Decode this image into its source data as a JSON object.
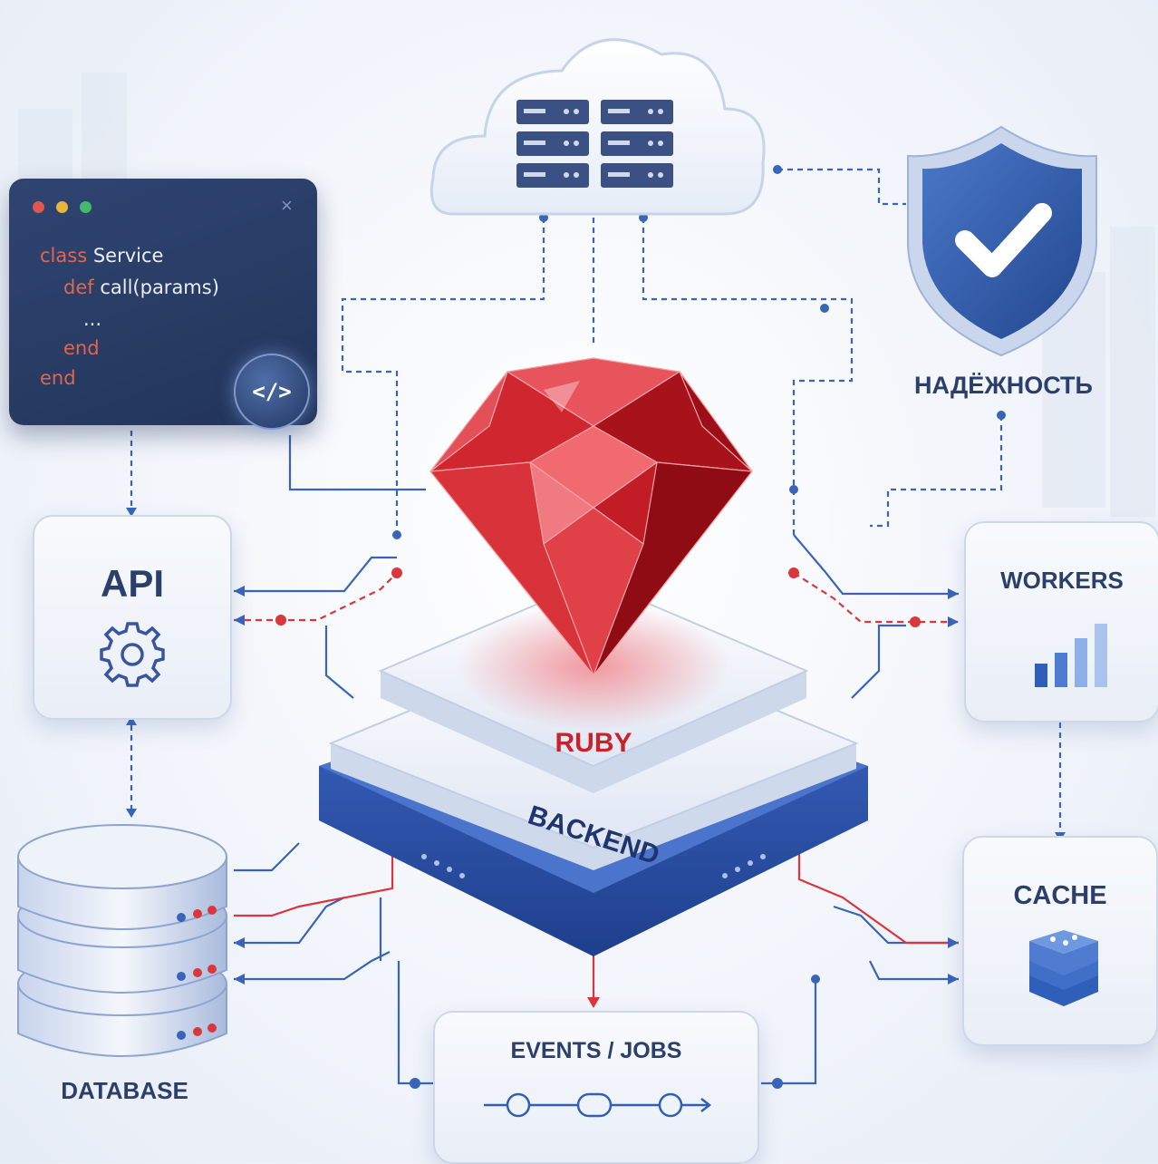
{
  "code_window": {
    "lines": [
      {
        "keyword": "class",
        "text": " Service"
      },
      {
        "keyword": "def",
        "text": " call(params)"
      },
      {
        "keyword": "",
        "text": "..."
      },
      {
        "keyword": "end",
        "text": ""
      },
      {
        "keyword": "end",
        "text": ""
      }
    ],
    "close_glyph": "×",
    "code_icon_glyph": "</>"
  },
  "nodes": {
    "api": "API",
    "workers": "WORKERS",
    "cache": "CACHE",
    "database": "DATABASE",
    "events": "EVENTS / JOBS",
    "reliability": "НАДЁЖНОСТЬ",
    "ruby": "RUBY",
    "backend": "BACKEND"
  },
  "icons": {
    "api": "gear-icon",
    "workers": "bar-chart-icon",
    "cache": "stacked-cubes-icon",
    "database": "database-cylinder-icon",
    "cloud": "cloud-server-icon",
    "shield": "shield-check-icon",
    "gem": "ruby-gem-icon",
    "events": "pipeline-icon"
  },
  "colors": {
    "accent_blue": "#2f5fb8",
    "accent_red": "#d9363e",
    "text_navy": "#2c3f6b",
    "ruby_red": "#c8222c"
  }
}
